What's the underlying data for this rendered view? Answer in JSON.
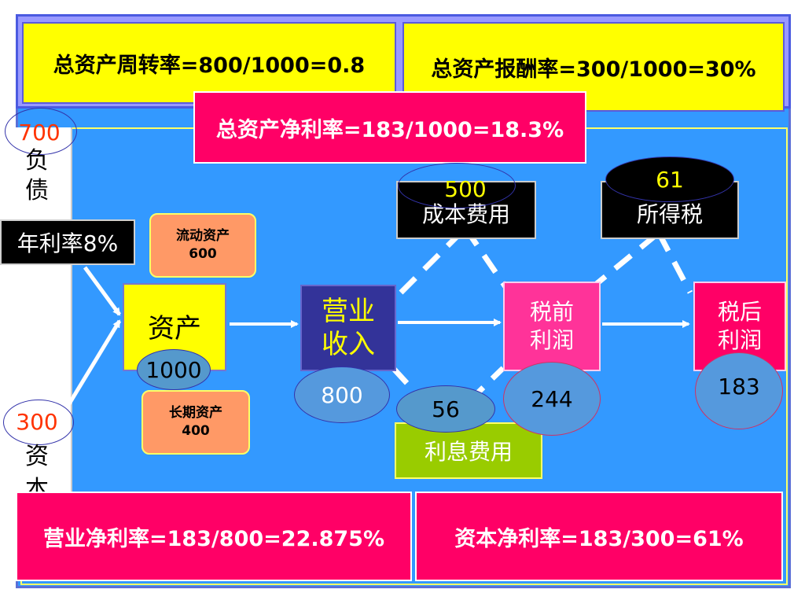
{
  "formulas": {
    "asset_turnover": "总资产周转率=800/1000=0.8",
    "asset_return": "总资产报酬率=300/1000=30%",
    "asset_net_margin": "总资产净利率=183/1000=18.3%",
    "sales_net_margin": "营业净利率=183/800=22.875%",
    "equity_net_margin": "资本净利率=183/300=61%"
  },
  "left": {
    "liability_value": "700",
    "liability_label": [
      "负",
      "债"
    ],
    "annual_rate": "年利率8%",
    "equity_value": "300",
    "equity_label": [
      "资",
      "本"
    ]
  },
  "assets": {
    "label": "资产",
    "value": "1000",
    "current_label": "流动资产",
    "current_value": "600",
    "longterm_label": "长期资产",
    "longterm_value": "400"
  },
  "flow": {
    "revenue_label": [
      "营业",
      "收入"
    ],
    "revenue_value": "800",
    "cost_label": "成本费用",
    "cost_value": "500",
    "interest_label": "利息费用",
    "interest_value": "56",
    "pretax_label": [
      "税前",
      "利润"
    ],
    "pretax_value": "244",
    "tax_label": "所得税",
    "tax_value": "61",
    "aftertax_label": [
      "税后",
      "利润"
    ],
    "aftertax_value": "183"
  },
  "colors": {
    "background_blue": "#3399ff",
    "yellow": "#ffff00",
    "pink": "#ff0066",
    "orange": "#ff9966",
    "green": "#99cc00",
    "navy": "#333399"
  }
}
